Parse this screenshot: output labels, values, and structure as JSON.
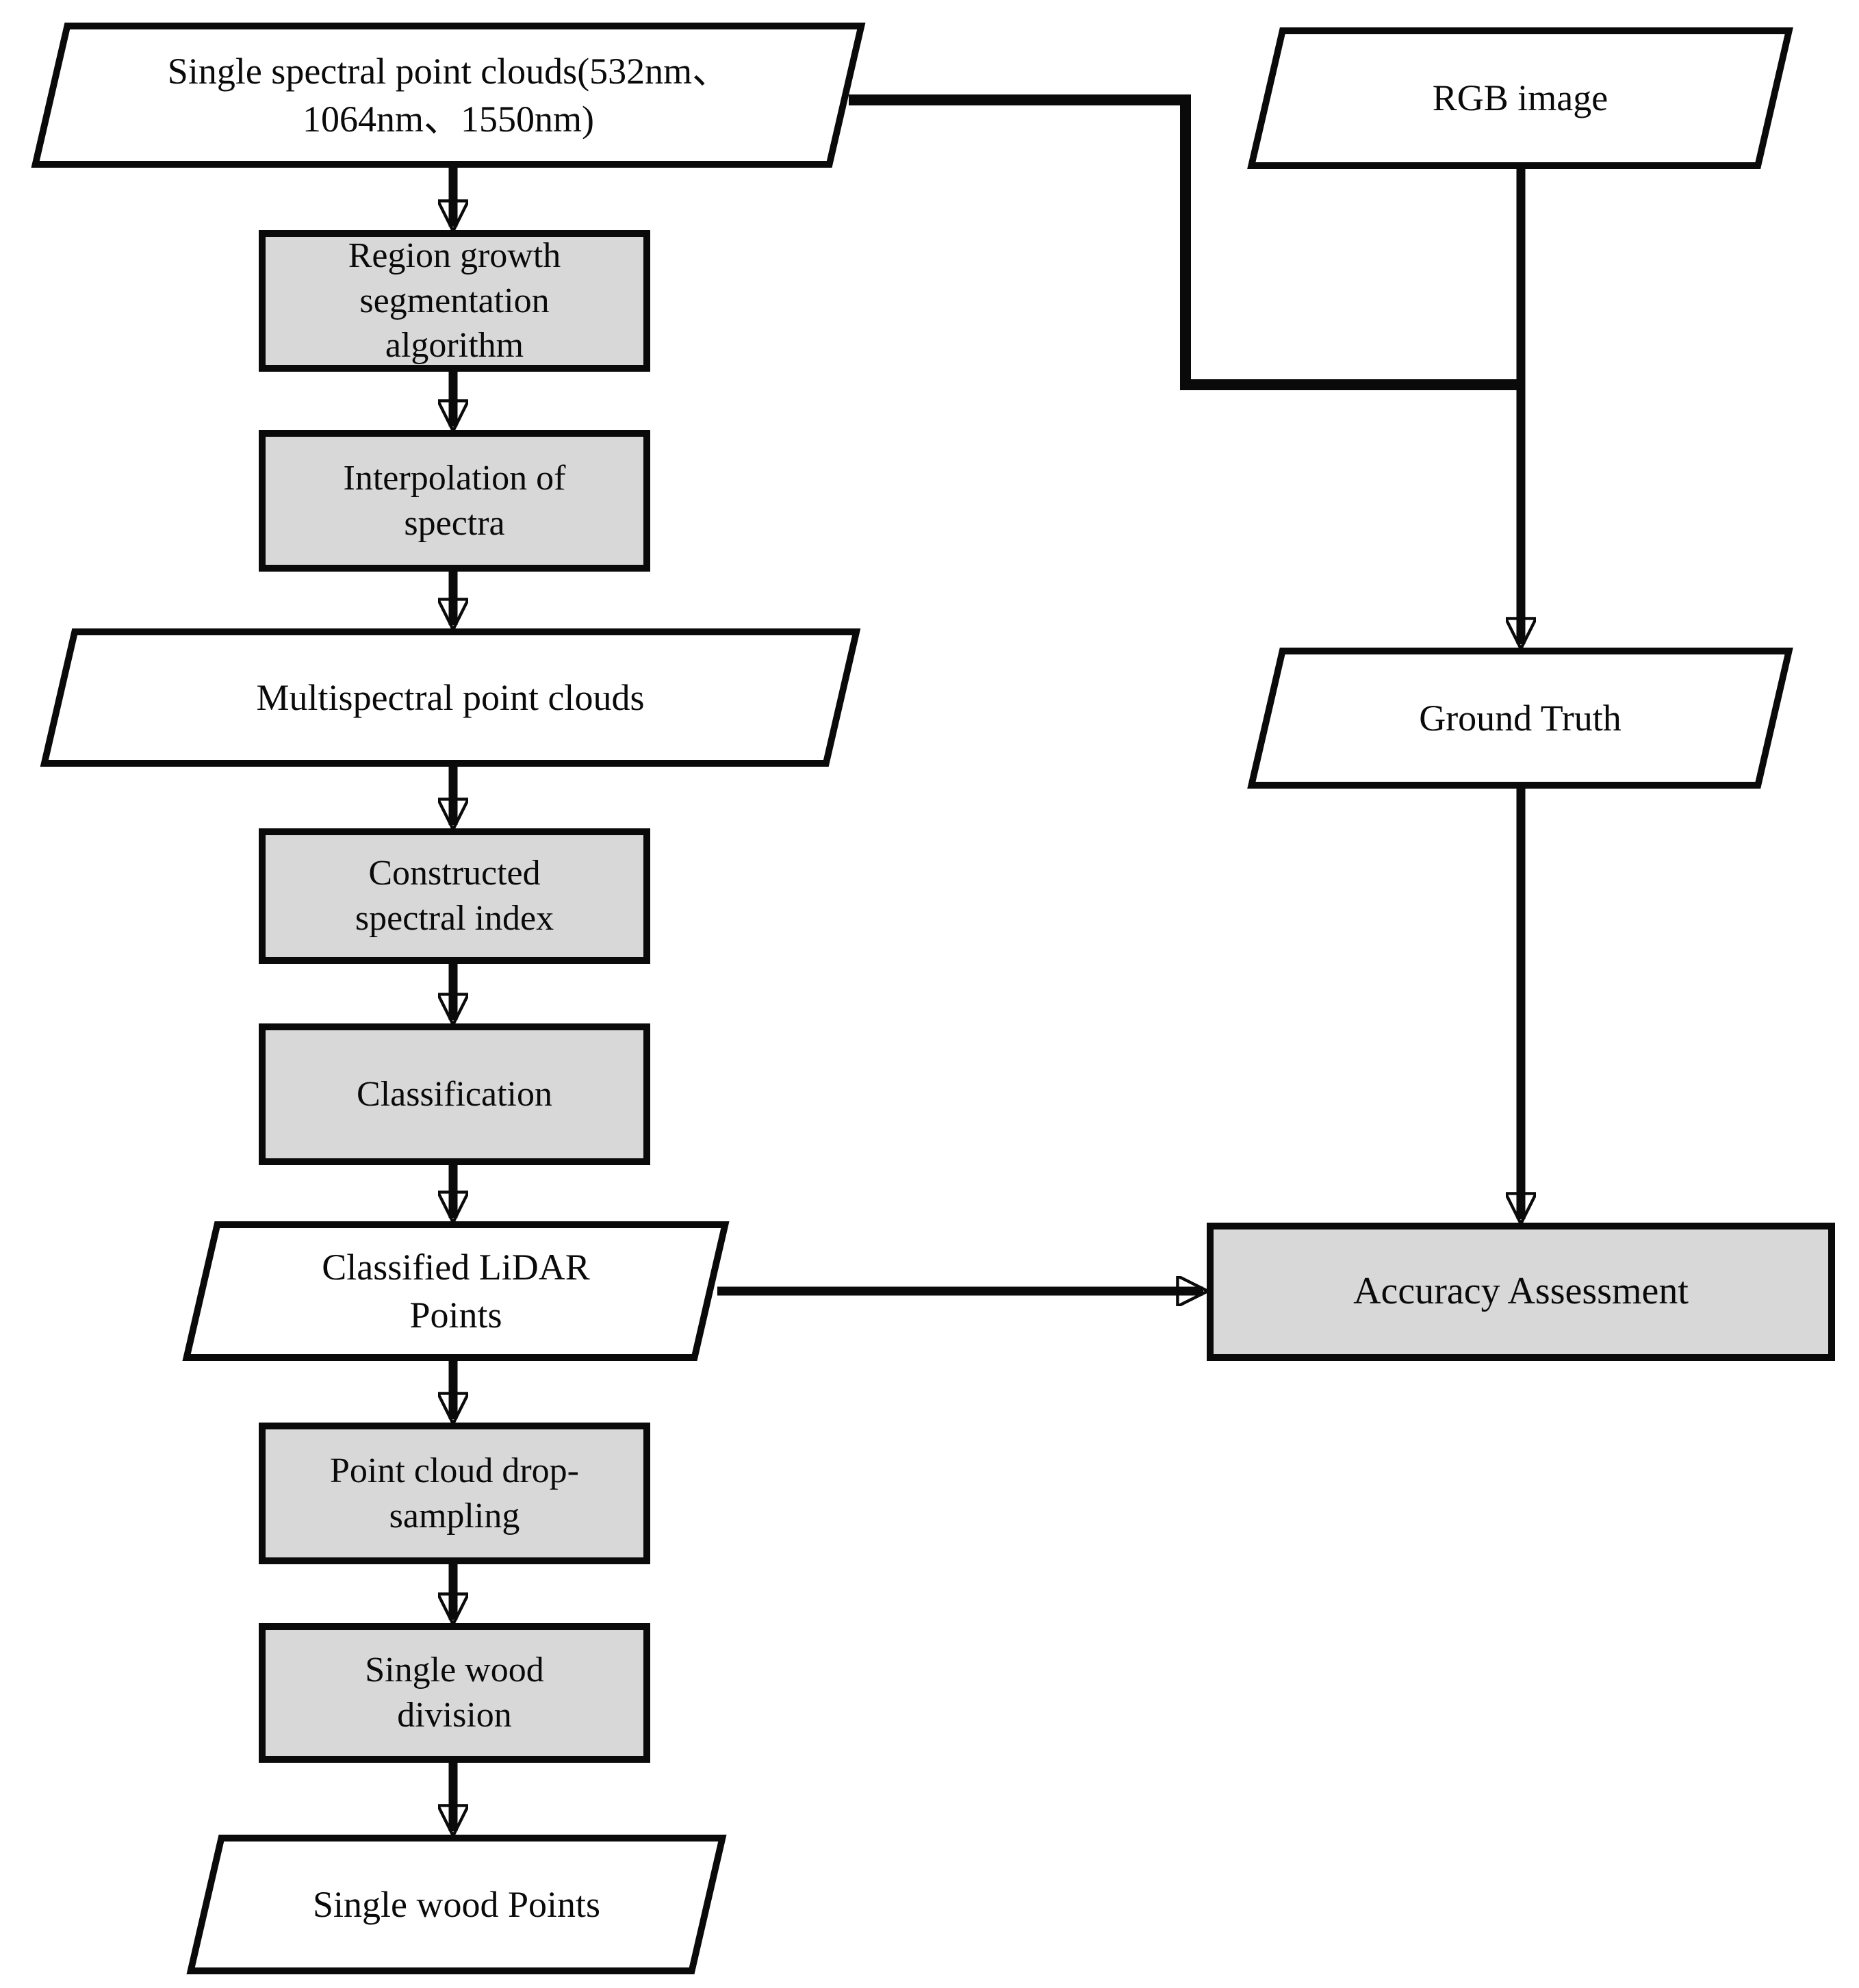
{
  "colors": {
    "background": "#ffffff",
    "process_fill": "#d8d8d8",
    "io_fill": "#ffffff",
    "stroke": "#0a0a0a"
  },
  "nodes": {
    "single_spectral": {
      "shape": "parallelogram",
      "lines": [
        "Single spectral point clouds(532nm、",
        "1064nm、1550nm)"
      ]
    },
    "region_growth": {
      "shape": "process",
      "lines": [
        "Region growth",
        "segmentation",
        "algorithm"
      ]
    },
    "interpolation": {
      "shape": "process",
      "lines": [
        "Interpolation of",
        "spectra"
      ]
    },
    "multispectral": {
      "shape": "parallelogram",
      "lines": [
        "Multispectral point clouds"
      ]
    },
    "constructed_index": {
      "shape": "process",
      "lines": [
        "Constructed",
        "spectral index"
      ]
    },
    "classification": {
      "shape": "process",
      "lines": [
        "Classification"
      ]
    },
    "classified_lidar": {
      "shape": "parallelogram",
      "lines": [
        "Classified LiDAR",
        "Points"
      ]
    },
    "drop_sampling": {
      "shape": "process",
      "lines": [
        "Point cloud drop-",
        "sampling"
      ]
    },
    "single_wood_division": {
      "shape": "process",
      "lines": [
        "Single wood",
        "division"
      ]
    },
    "single_wood_points": {
      "shape": "parallelogram",
      "lines": [
        "Single wood Points"
      ]
    },
    "rgb_image": {
      "shape": "parallelogram",
      "lines": [
        "RGB image"
      ]
    },
    "ground_truth": {
      "shape": "parallelogram",
      "lines": [
        "Ground Truth"
      ]
    },
    "accuracy_assessment": {
      "shape": "process",
      "lines": [
        "Accuracy Assessment"
      ]
    }
  },
  "edges": [
    {
      "from": "single_spectral",
      "to": "region_growth",
      "arrow": true
    },
    {
      "from": "region_growth",
      "to": "interpolation",
      "arrow": true
    },
    {
      "from": "interpolation",
      "to": "multispectral",
      "arrow": true
    },
    {
      "from": "multispectral",
      "to": "constructed_index",
      "arrow": true
    },
    {
      "from": "constructed_index",
      "to": "classification",
      "arrow": true
    },
    {
      "from": "classification",
      "to": "classified_lidar",
      "arrow": true
    },
    {
      "from": "classified_lidar",
      "to": "drop_sampling",
      "arrow": true
    },
    {
      "from": "drop_sampling",
      "to": "single_wood_division",
      "arrow": true
    },
    {
      "from": "single_wood_division",
      "to": "single_wood_points",
      "arrow": true
    },
    {
      "from": "single_spectral",
      "to": "rgb_to_ground_truth_line",
      "arrow": false
    },
    {
      "from": "rgb_image",
      "to": "ground_truth",
      "arrow": true
    },
    {
      "from": "ground_truth",
      "to": "accuracy_assessment",
      "arrow": true
    },
    {
      "from": "classified_lidar",
      "to": "accuracy_assessment",
      "arrow": true
    }
  ]
}
